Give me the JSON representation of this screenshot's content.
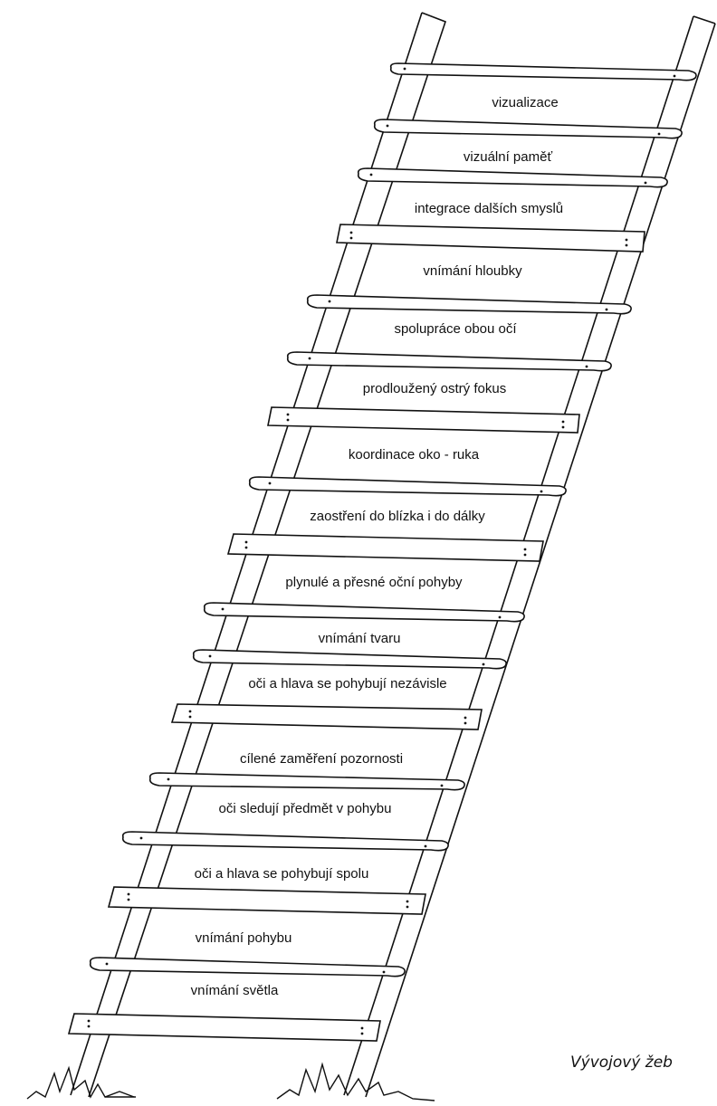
{
  "ladder": {
    "steps": [
      "vizualizace",
      "vizuální paměť",
      "integrace dalších smyslů",
      "vnímání hloubky",
      "spolupráce obou očí",
      "prodloužený ostrý fokus",
      "koordinace oko - ruka",
      "zaostření do blízka i do dálky",
      "plynulé a přesné oční pohyby",
      "vnímání tvaru",
      "oči a hlava se pohybují nezávisle",
      "cílené zaměření pozornosti",
      "oči sledují předmět v pohybu",
      "oči a hlava se pohybují spolu",
      "vnímání pohybu",
      "vnímání světla"
    ]
  },
  "caption": "Vývojový žeb"
}
